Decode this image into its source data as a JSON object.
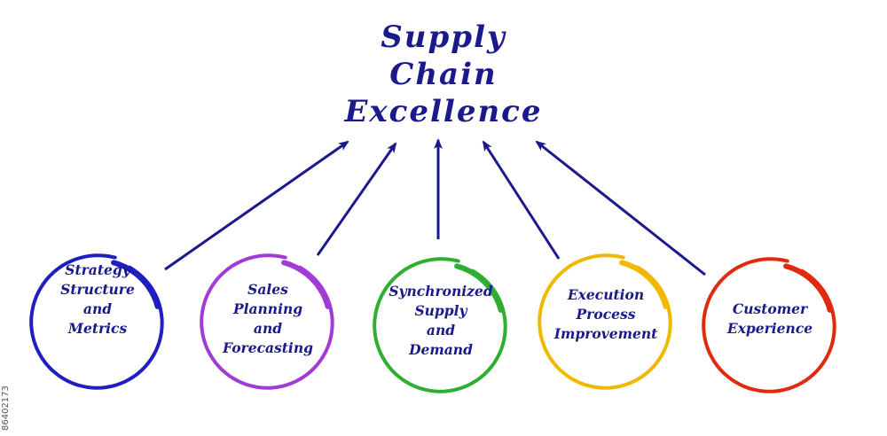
{
  "title": {
    "lines": [
      "Supply",
      "Chain",
      "Excellence"
    ],
    "color": "#1a1a8c"
  },
  "nodes": [
    {
      "id": "strategy",
      "lines": [
        "Strategy",
        "Structure",
        "and",
        "Metrics"
      ],
      "color": "#1f1fbf"
    },
    {
      "id": "sales",
      "lines": [
        "Sales",
        "Planning",
        "and",
        "Forecasting"
      ],
      "color": "#a23bd6"
    },
    {
      "id": "synchronized",
      "lines": [
        "Synchronized",
        "Supply",
        "and",
        "Demand"
      ],
      "color": "#2fae2f"
    },
    {
      "id": "execution",
      "lines": [
        "Execution",
        "Process",
        "Improvement"
      ],
      "color": "#f0b800"
    },
    {
      "id": "customer",
      "lines": [
        "Customer",
        "Experience"
      ],
      "color": "#e02a10"
    }
  ],
  "arrow_color": "#1a1a8c",
  "text_color": "#1a1a8c",
  "side_id": "86402173"
}
